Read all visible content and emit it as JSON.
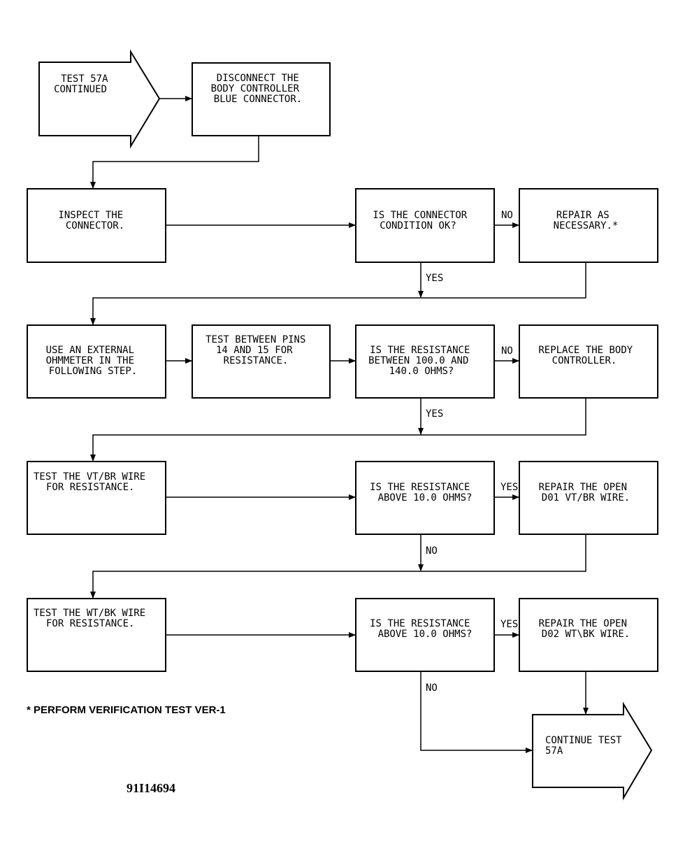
{
  "start_arrow": {
    "lines": [
      "TEST 57A",
      "CONTINUED"
    ]
  },
  "boxes": {
    "disconnect": {
      "lines": [
        "DISCONNECT THE",
        "BODY CONTROLLER",
        "BLUE CONNECTOR."
      ]
    },
    "inspect": {
      "lines": [
        "INSPECT THE",
        "CONNECTOR."
      ]
    },
    "connector_ok": {
      "lines": [
        "IS THE CONNECTOR",
        "CONDITION OK?"
      ]
    },
    "repair_as_necessary": {
      "lines": [
        "REPAIR AS",
        "NECESSARY.*"
      ]
    },
    "use_ohmmeter": {
      "lines": [
        "USE AN EXTERNAL",
        "OHMMETER IN THE",
        "FOLLOWING STEP."
      ]
    },
    "test_pins": {
      "lines": [
        "TEST BETWEEN PINS",
        "14 AND 15 FOR",
        "RESISTANCE."
      ]
    },
    "resistance_range": {
      "lines": [
        "IS THE RESISTANCE",
        "BETWEEN 100.0 AND",
        "140.0 OHMS?"
      ]
    },
    "replace_controller": {
      "lines": [
        "REPLACE THE BODY",
        "CONTROLLER."
      ]
    },
    "test_vt_br": {
      "lines": [
        "TEST THE VT/BR WIRE",
        "FOR RESISTANCE."
      ]
    },
    "above_10_a": {
      "lines": [
        "IS THE RESISTANCE",
        "ABOVE 10.0 OHMS?"
      ]
    },
    "repair_d01": {
      "lines": [
        "REPAIR THE OPEN",
        "D01 VT/BR WIRE."
      ]
    },
    "test_wt_bk": {
      "lines": [
        "TEST THE WT/BK WIRE",
        "FOR RESISTANCE."
      ]
    },
    "above_10_b": {
      "lines": [
        "IS THE RESISTANCE",
        "ABOVE 10.0 OHMS?"
      ]
    },
    "repair_d02": {
      "lines": [
        "REPAIR THE OPEN",
        "D02 WT\\BK WIRE."
      ]
    }
  },
  "end_arrow": {
    "lines": [
      "CONTINUE TEST",
      "57A"
    ]
  },
  "branch_labels": {
    "no_1": "NO",
    "yes_1": "YES",
    "no_2": "NO",
    "yes_2": "YES",
    "yes_3": "YES",
    "no_3": "NO",
    "yes_4": "YES",
    "no_4": "NO"
  },
  "footnote": "* PERFORM VERIFICATION TEST VER-1",
  "figure_id": "91I14694"
}
